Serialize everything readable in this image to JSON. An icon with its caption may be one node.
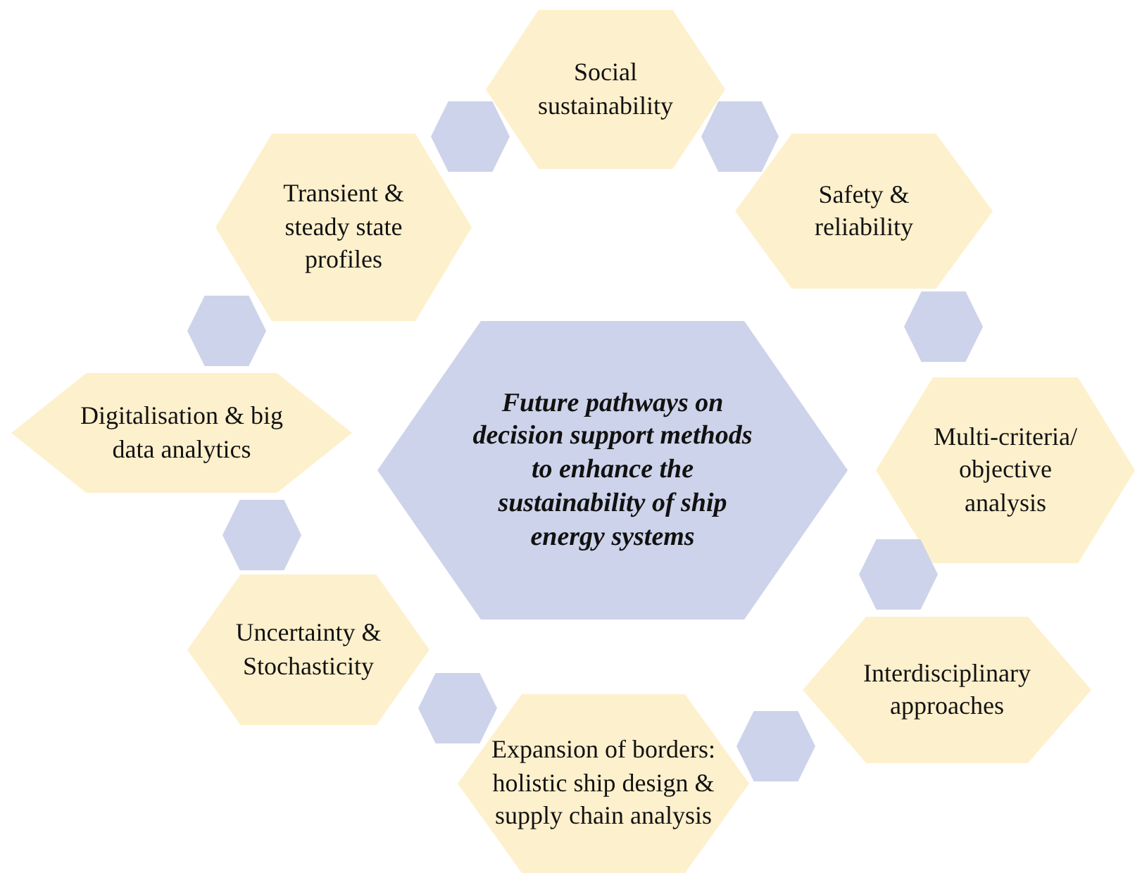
{
  "diagram": {
    "nodes": [
      {
        "text": [
          "Future pathways on decision support methods to enhance the sustainability of ship energy systems"
        ]
      },
      {
        "text": [
          "Social sustainability"
        ]
      },
      {
        "text": [
          "Transient & steady state profiles"
        ]
      },
      {
        "text": [
          "Safety & reliability"
        ]
      },
      {
        "text": [
          "Digitalisation & big data analytics"
        ]
      },
      {
        "text": [
          "Multi-criteria/ objective analysis"
        ]
      },
      {
        "text": [
          "Uncertainty & Stochasticity"
        ]
      },
      {
        "text": [
          "Interdisciplinary approaches"
        ]
      },
      {
        "text": [
          "Expansion of borders: holistic ship design & supply chain analysis"
        ]
      },
      {
        "text": [],
        "shape": "hexagon"
      },
      {
        "text": [],
        "shape": "hexagon"
      },
      {
        "text": [],
        "shape": "hexagon"
      },
      {
        "text": [],
        "shape": "hexagon"
      },
      {
        "text": [],
        "shape": "hexagon"
      },
      {
        "text": [],
        "shape": "hexagon"
      },
      {
        "text": [],
        "shape": "hexagon"
      },
      {
        "text": [],
        "shape": "hexagon"
      }
    ]
  }
}
